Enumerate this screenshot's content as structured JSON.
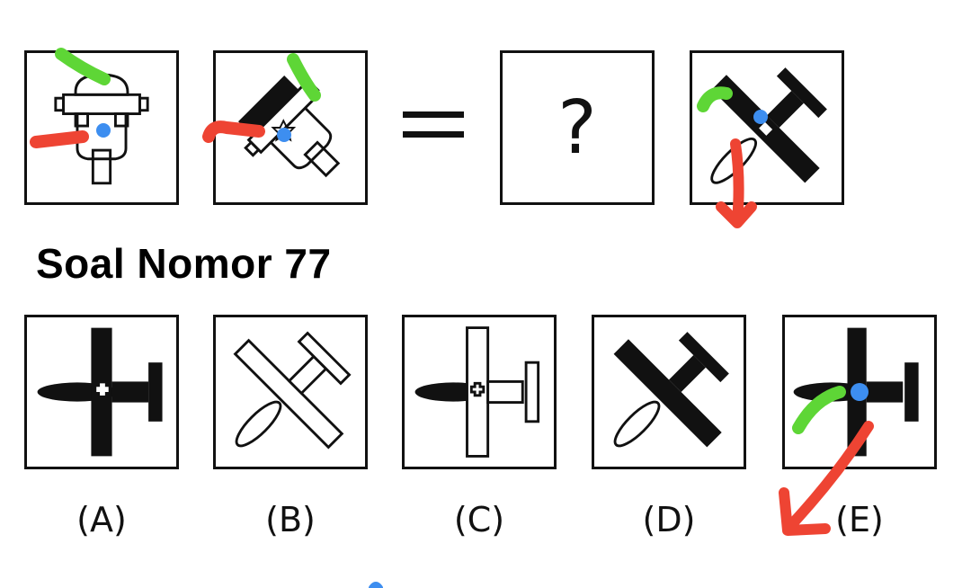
{
  "title": "Soal Nomor 77",
  "question": {
    "equals_sign": "=",
    "unknown": "?"
  },
  "options": [
    {
      "label": "(A)"
    },
    {
      "label": "(B)"
    },
    {
      "label": "(C)"
    },
    {
      "label": "(D)"
    },
    {
      "label": "(E)"
    }
  ],
  "colors": {
    "stroke": "#111111",
    "annotation_green": "#5ed636",
    "annotation_red": "#ee4433",
    "annotation_blue": "#3d8ef0"
  }
}
